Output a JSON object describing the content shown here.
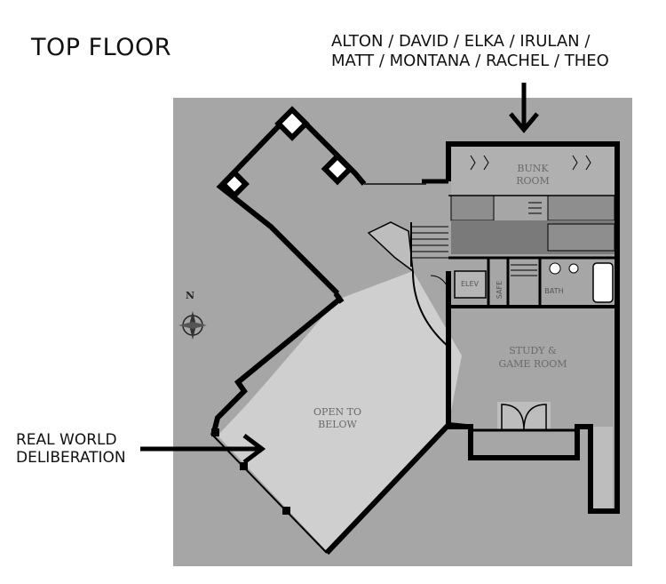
{
  "floor_title": "TOP FLOOR",
  "names": {
    "line1": "ALTON / DAVID / ELKA / IRULAN /",
    "line2": "MATT / MONTANA / RACHEL / THEO"
  },
  "real_world": {
    "line1": "REAL WORLD",
    "line2": "DELIBERATION"
  },
  "rooms": {
    "bunk_room_line1": "BUNK",
    "bunk_room_line2": "ROOM",
    "study_line1": "STUDY &",
    "study_line2": "GAME ROOM",
    "open_line1": "OPEN TO",
    "open_line2": "BELOW",
    "elev": "ELEV",
    "safe": "SAFE",
    "bath": "BATH"
  },
  "compass_label": "N"
}
